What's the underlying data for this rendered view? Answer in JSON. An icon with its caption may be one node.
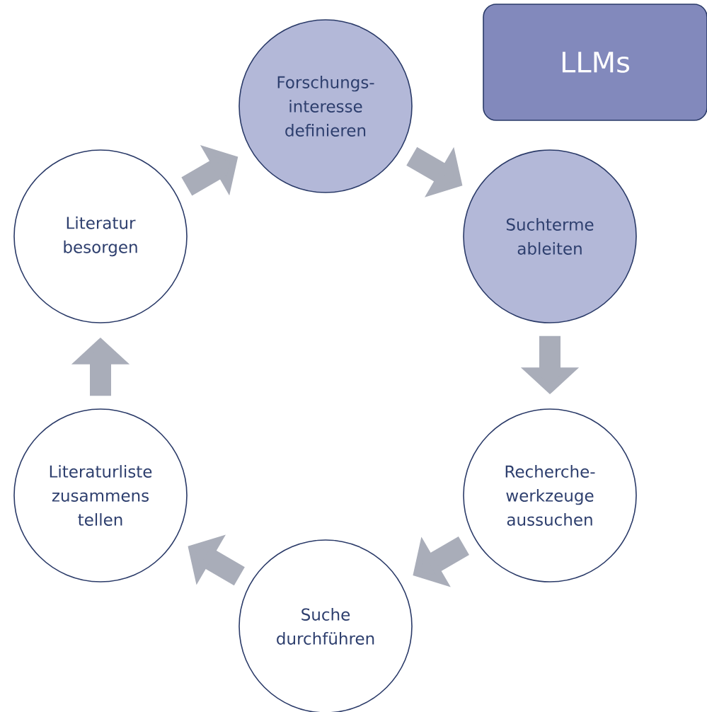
{
  "diagram": {
    "nodes": [
      {
        "text": [
          "Forschungs- interesse definieren"
        ]
      },
      {
        "text": [
          "Suchterme ableiten"
        ]
      },
      {
        "text": [
          "Recherche- werkzeuge aussuchen"
        ]
      },
      {
        "text": [
          "Suche durchführen"
        ]
      },
      {
        "text": [
          "Literaturliste zusammens tellen"
        ]
      },
      {
        "text": [
          "Literatur besorgen"
        ]
      },
      {
        "text": [
          "LLMs"
        ]
      }
    ],
    "edges": [
      {
        "from": 0,
        "to": 1,
        "arrow": "to"
      },
      {
        "from": 1,
        "to": 2,
        "arrow": "to"
      },
      {
        "from": 2,
        "to": 3,
        "arrow": "to"
      },
      {
        "from": 3,
        "to": 4,
        "arrow": "to"
      },
      {
        "from": 4,
        "to": 5,
        "arrow": "to"
      },
      {
        "from": 5,
        "to": 0,
        "arrow": "to"
      }
    ]
  }
}
